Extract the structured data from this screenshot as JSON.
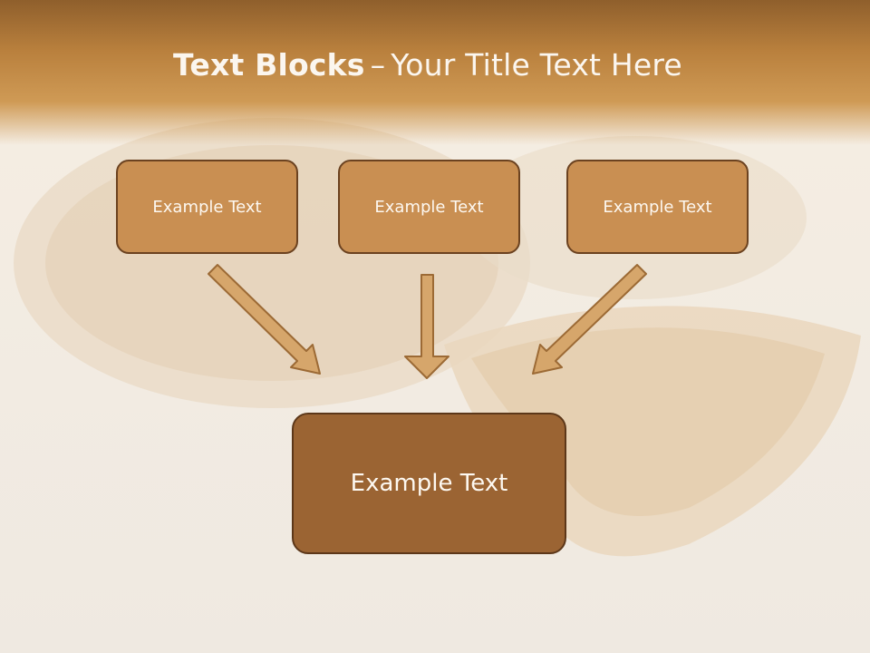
{
  "slide": {
    "title_bold": "Text Blocks",
    "title_dash": "–",
    "title_rest": "Your Title Text Here",
    "boxes": {
      "left": "Example Text",
      "center": "Example Text",
      "right": "Example Text",
      "bottom": "Example Text"
    }
  },
  "colors": {
    "header": "#b9803d",
    "box_fill": "#c98f52",
    "box_border": "#6b4220",
    "main_box_fill": "#9b6433",
    "arrow_fill": "#d6a66b"
  }
}
